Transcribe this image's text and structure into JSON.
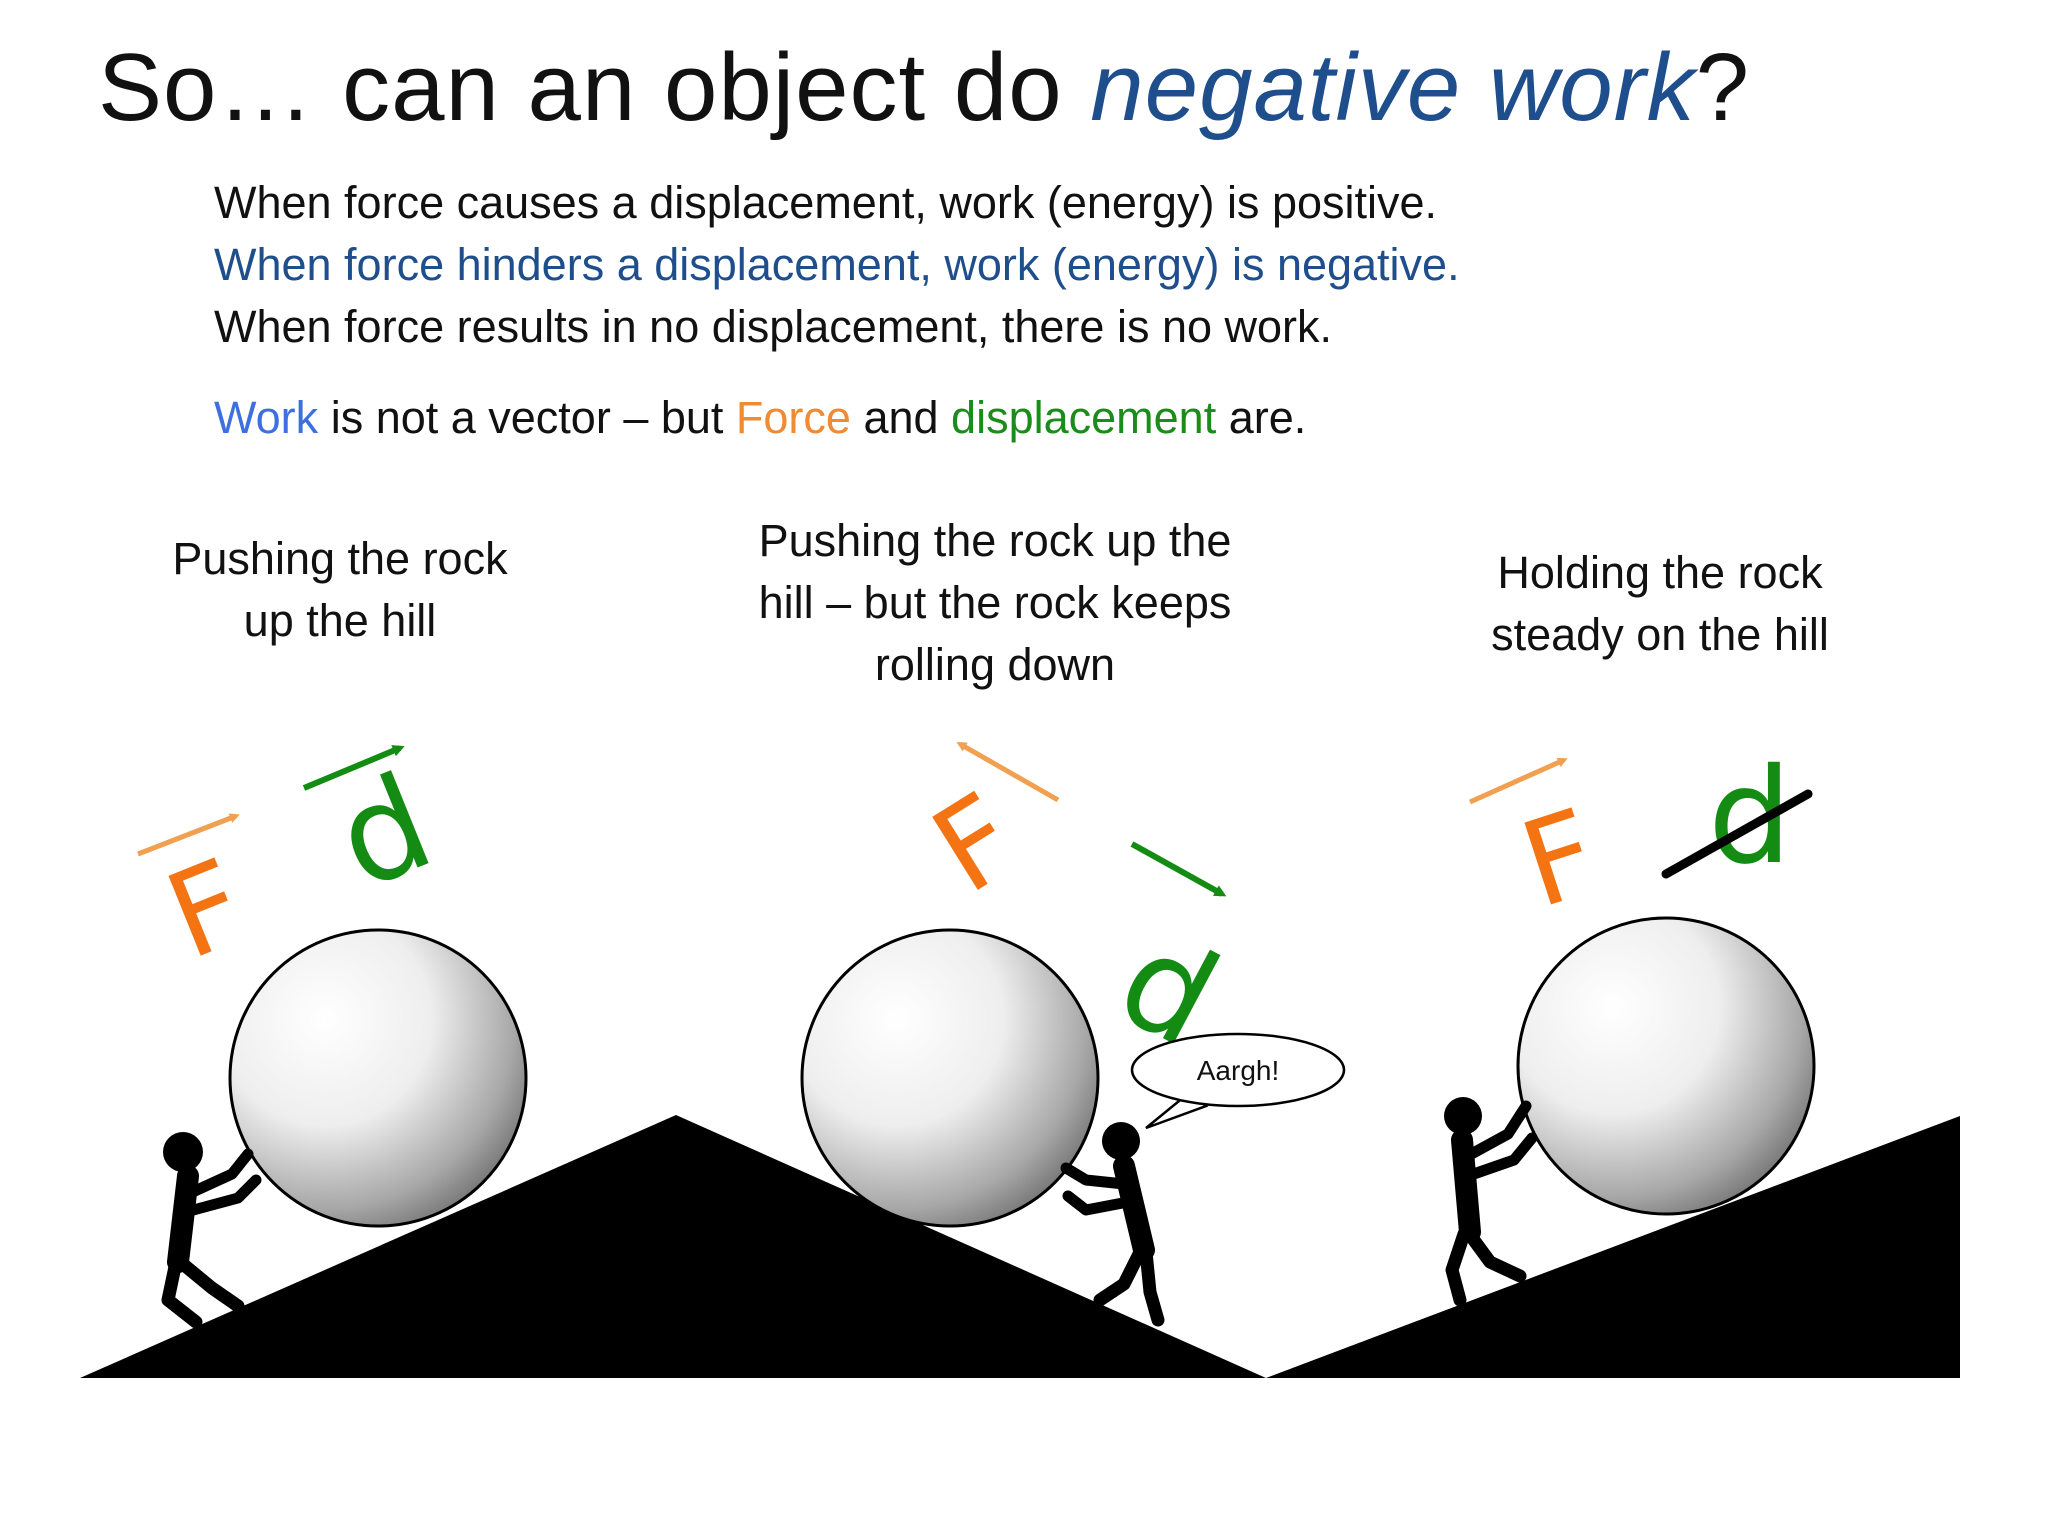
{
  "title": {
    "before": "So… can an object do ",
    "emphasis": "negative work",
    "after": "?"
  },
  "statements": [
    "When force causes a displacement, work (energy) is positive.",
    "When force hinders a displacement, work (energy) is negative.",
    "When force results in no displacement, there is no work."
  ],
  "vector_note": {
    "work": "Work",
    "mid1": " is not a vector – but ",
    "force": "Force",
    "mid2": " and ",
    "displacement": "displacement",
    "end": " are."
  },
  "panels": [
    {
      "caption": "Pushing the rock\nup the hill",
      "force_label": "F",
      "disp_label": "d"
    },
    {
      "caption": "Pushing the rock up the\nhill – but the rock keeps\nrolling down",
      "force_label": "F",
      "disp_label": "d",
      "speech": "Aargh!"
    },
    {
      "caption": "Holding the rock\nsteady on the hill",
      "force_label": "F",
      "disp_label": "d"
    }
  ],
  "colors": {
    "title_emphasis": "#1f4e8c",
    "negative_line": "#1f4e8c",
    "work": "#3d6fe0",
    "force_text": "#f08a33",
    "force_letter": "#f47414",
    "displacement": "#148c14",
    "arrow_force": "#f0a050",
    "hill": "#000000"
  }
}
